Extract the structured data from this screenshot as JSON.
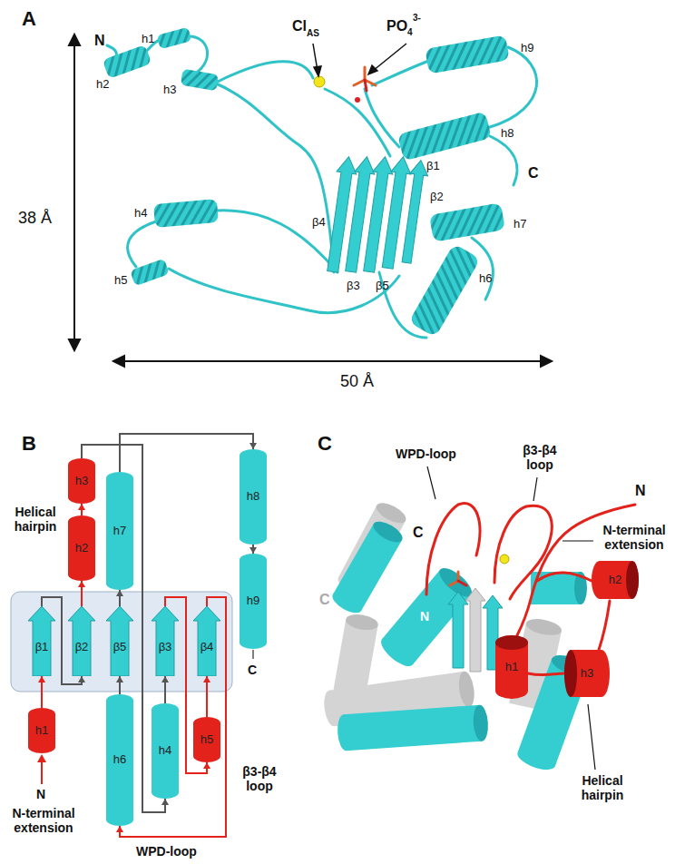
{
  "diagram": {
    "nodes": [
      {
        "text": [
          "h3"
        ]
      },
      {
        "text": [
          "h7"
        ]
      },
      {
        "text": [
          "h8"
        ]
      },
      {
        "text": [
          "h2"
        ]
      },
      {
        "text": [
          "h9"
        ]
      },
      {
        "text": [
          "β1"
        ]
      },
      {
        "text": [
          "β2"
        ]
      },
      {
        "text": [
          "β5"
        ]
      },
      {
        "text": [
          "β3"
        ]
      },
      {
        "text": [
          "β4"
        ]
      },
      {
        "text": [
          "h1"
        ]
      },
      {
        "text": [
          "h6"
        ]
      },
      {
        "text": [
          "h4"
        ]
      },
      {
        "text": [
          "h5"
        ]
      },
      {
        "text": [
          "h2"
        ]
      },
      {
        "text": [
          "h1"
        ]
      },
      {
        "text": [
          "h3"
        ]
      }
    ],
    "edges": [
      {
        "from": 10,
        "to": 5,
        "arrow": "to"
      },
      {
        "from": 5,
        "to": 6,
        "arrow": "to"
      },
      {
        "from": 6,
        "to": 3,
        "arrow": "to"
      },
      {
        "from": 3,
        "to": 0,
        "arrow": "to"
      },
      {
        "from": 0,
        "to": 12,
        "arrow": "to"
      },
      {
        "from": 12,
        "to": 8,
        "arrow": "to"
      },
      {
        "from": 8,
        "to": 13,
        "arrow": "to"
      },
      {
        "from": 13,
        "to": 9,
        "arrow": "to"
      },
      {
        "from": 9,
        "to": 11,
        "arrow": "to"
      },
      {
        "from": 11,
        "to": 7,
        "arrow": "to"
      },
      {
        "from": 7,
        "to": 1,
        "arrow": "to"
      },
      {
        "from": 1,
        "to": 2,
        "arrow": "to"
      },
      {
        "from": 2,
        "to": 4,
        "arrow": "to"
      }
    ],
    "labels": [
      "A",
      "N",
      "h1",
      "h2",
      "h3",
      "Cl",
      "AS",
      "PO",
      "4",
      "3-",
      "h9",
      "h8",
      "β1",
      "C",
      "h7",
      "β2",
      "h4",
      "β4",
      "h5",
      "β5",
      "β3",
      "h6",
      "38 Å",
      "50 Å",
      "B",
      "Helical hairpin",
      "N-terminal extension",
      "N",
      "C",
      "β3-β4 loop",
      "WPD-loop",
      "C",
      "WPD-loop",
      "β3-β4 loop",
      "N",
      "N-terminal extension",
      "C",
      "C",
      "N",
      "Helical hairpin"
    ]
  }
}
